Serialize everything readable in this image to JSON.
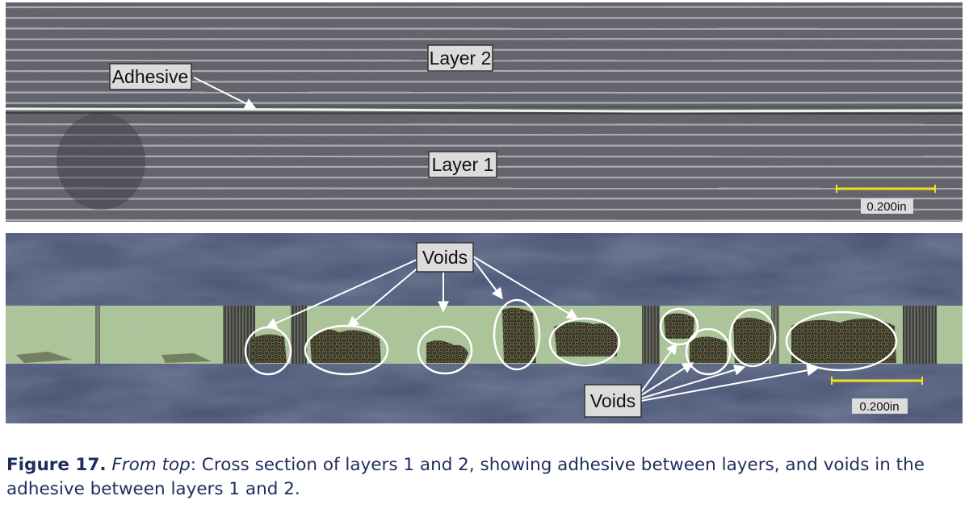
{
  "figure": {
    "top_panel": {
      "labels": {
        "layer2": "Layer 2",
        "adhesive": "Adhesive",
        "layer1": "Layer 1"
      },
      "scale_bar": "0.200in"
    },
    "bottom_panel": {
      "labels": {
        "voids_top": "Voids",
        "voids_bottom": "Voids"
      },
      "scale_bar": "0.200in"
    }
  },
  "caption": {
    "number": "Figure 17.",
    "lead": "From top",
    "text": ": Cross section of layers 1 and 2, showing adhesive between layers, and voids in the adhesive between layers 1 and 2."
  },
  "colors": {
    "caption_text": "#1e2d5c",
    "top_panel_bg": "#5a5a63",
    "bottom_panel_bg": "#44506f",
    "adhesive_band": "#a9c497",
    "void_fill": "#3b3a2a",
    "scale_bar": "#f2e21a"
  }
}
